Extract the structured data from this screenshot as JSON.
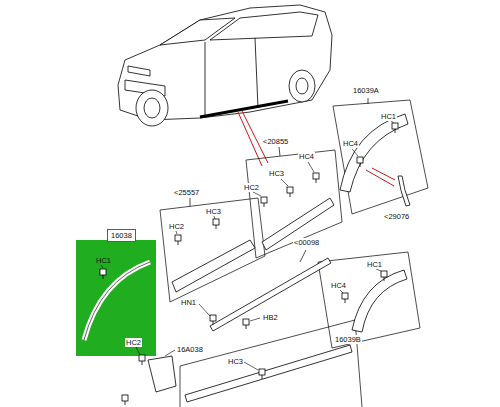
{
  "diagram": {
    "nodes": [
      {
        "text": [
          "16038"
        ]
      }
    ],
    "labels": [
      "16039A",
      "HC1",
      "HC4",
      "<20855",
      "HC4",
      "HC3",
      "HC2",
      "<29076",
      "<25557",
      "HC2",
      "HC3",
      "HC1",
      "<00098",
      "HC1",
      "HC4",
      "16039B",
      "HN1",
      "HB2",
      "HC2",
      "16A038",
      "HC3"
    ]
  }
}
